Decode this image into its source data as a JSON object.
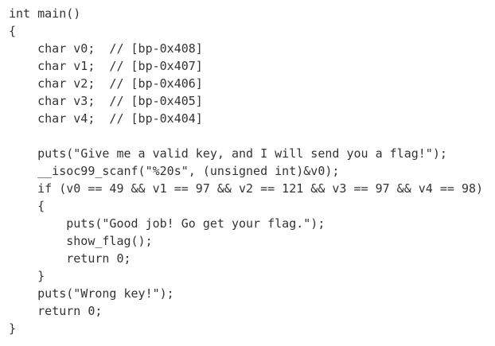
{
  "code": {
    "lines": [
      "int main()",
      "{",
      "    char v0;  // [bp-0x408]",
      "    char v1;  // [bp-0x407]",
      "    char v2;  // [bp-0x406]",
      "    char v3;  // [bp-0x405]",
      "    char v4;  // [bp-0x404]",
      "",
      "    puts(\"Give me a valid key, and I will send you a flag!\");",
      "    __isoc99_scanf(\"%20s\", (unsigned int)&v0);",
      "    if (v0 == 49 && v1 == 97 && v2 == 121 && v3 == 97 && v4 == 98)",
      "    {",
      "        puts(\"Good job! Go get your flag.\");",
      "        show_flag();",
      "        return 0;",
      "    }",
      "    puts(\"Wrong key!\");",
      "    return 0;",
      "}"
    ]
  }
}
